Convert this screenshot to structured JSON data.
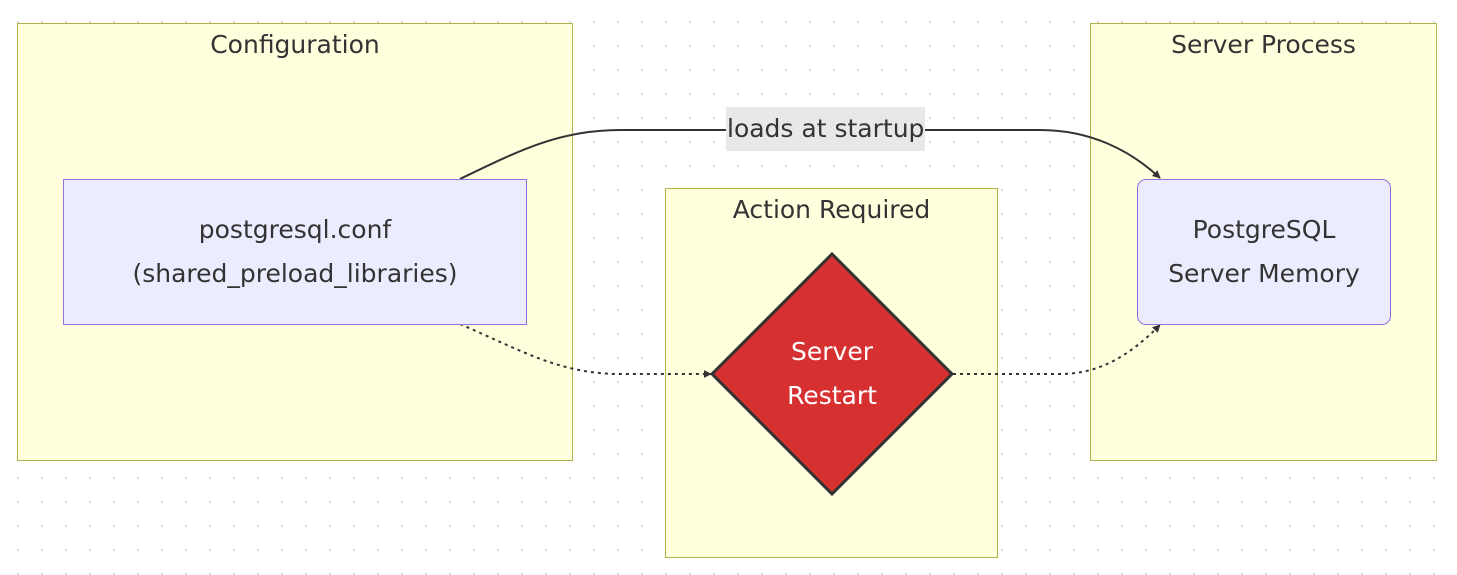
{
  "clusters": {
    "configuration": {
      "title": "Configuration"
    },
    "action_required": {
      "title": "Action Required"
    },
    "server_process": {
      "title": "Server Process"
    }
  },
  "nodes": {
    "config_file": {
      "line1": "postgresql.conf",
      "line2": "(shared_preload_libraries)"
    },
    "restart": {
      "line1": "Server",
      "line2": "Restart"
    },
    "memory": {
      "line1": "PostgreSQL",
      "line2": "Server Memory"
    }
  },
  "edges": {
    "config_to_memory": {
      "label": "loads at startup",
      "style": "solid"
    },
    "config_to_restart": {
      "label": "",
      "style": "dotted"
    },
    "restart_to_memory": {
      "label": "",
      "style": "dotted"
    }
  },
  "colors": {
    "cluster_fill": "#ffffde",
    "cluster_border": "#b3b347",
    "node_fill": "#ececff",
    "node_border": "#9370db",
    "restart_fill": "#d63031",
    "edge": "#333333",
    "edge_label_bg": "#e8e8e8"
  }
}
